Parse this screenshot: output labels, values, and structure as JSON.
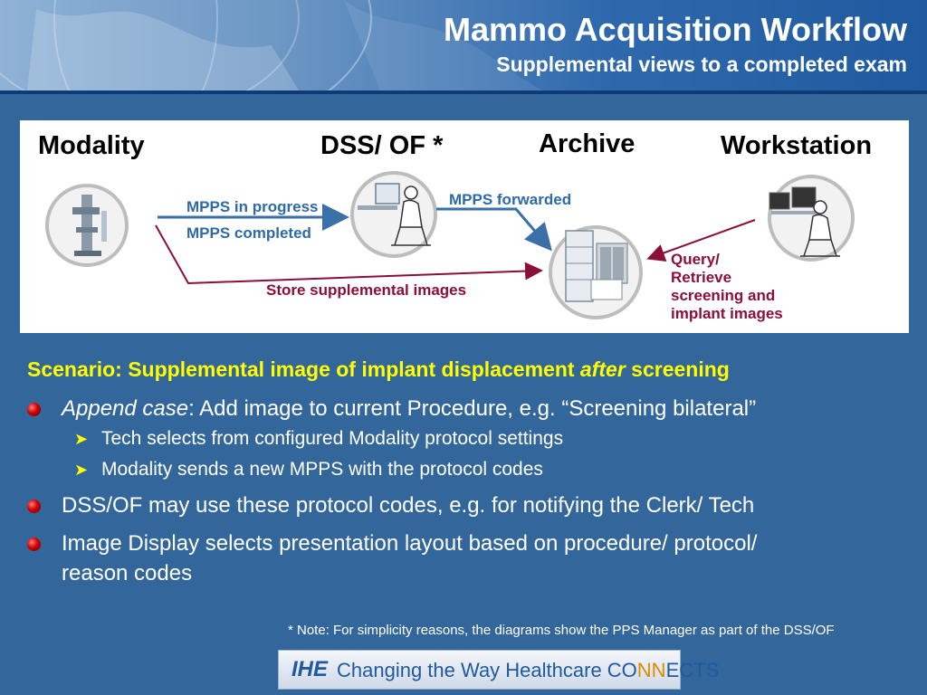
{
  "header": {
    "title": "Mammo Acquisition Workflow",
    "subtitle": "Supplemental views to a completed exam"
  },
  "diagram": {
    "actors": {
      "modality": "Modality",
      "dss": "DSS/ OF *",
      "archive": "Archive",
      "workstation": "Workstation"
    },
    "messages": {
      "mpps_in_progress": "MPPS in progress",
      "mpps_completed": "MPPS completed",
      "mpps_forwarded": "MPPS forwarded",
      "store": "Store supplemental images",
      "query_1": "Query/",
      "query_2": "Retrieve",
      "query_3": "screening and",
      "query_4": "implant images"
    },
    "icons": [
      "mammography-unit-icon",
      "computer-user-icon",
      "archive-server-icon",
      "workstation-user-icon"
    ],
    "colors": {
      "blue_arrow": "#3a6fa8",
      "red_arrow": "#8b0f38"
    }
  },
  "scenario": {
    "prefix": "Scenario: Supplemental image of implant displacement ",
    "emph": "after",
    "suffix": " screening"
  },
  "bullets": {
    "b1_em": "Append case",
    "b1_rest": ":  Add image to current Procedure, e.g. “Screening bilateral”",
    "b1_sub1": "Tech selects from configured Modality protocol settings",
    "b1_sub2": "Modality sends a new MPPS with the protocol codes",
    "b2": "DSS/OF may use these protocol codes, e.g. for notifying the Clerk/ Tech",
    "b3_line1": "Image Display selects presentation layout based on procedure/ protocol/",
    "b3_line2": "reason codes"
  },
  "note": "*  Note: For simplicity reasons, the diagrams show the PPS Manager as part of the DSS/OF",
  "footer": {
    "logo": "IHE",
    "tagline_prefix": "Changing the Way Healthcare ",
    "tagline_brand1": "CO",
    "tagline_brand2": "NN",
    "tagline_brand3": "ECTS"
  },
  "theme": {
    "background": "#33669a",
    "scenario_color": "#ffff00",
    "bullet_color": "#cc0000"
  }
}
